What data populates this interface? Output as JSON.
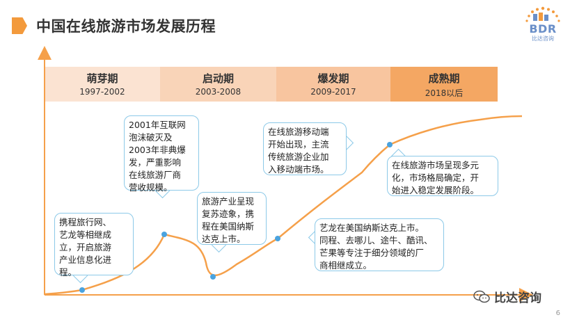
{
  "slide": {
    "title": "中国在线旅游市场发展历程",
    "page_number": "6"
  },
  "logo": {
    "text": "BDR",
    "sub": "比达咨询"
  },
  "watermark": {
    "label": "比达咨询"
  },
  "stages": [
    {
      "name": "萌芽期",
      "years": "1997-2002",
      "color": "#fbe3d2"
    },
    {
      "name": "启动期",
      "years": "2003-2008",
      "color": "#f9d4b8"
    },
    {
      "name": "爆发期",
      "years": "2009-2017",
      "color": "#f8c59f"
    },
    {
      "name": "成熟期",
      "years": "2018以后",
      "color": "#f4a763"
    }
  ],
  "annotations": [
    {
      "id": "a1",
      "lines": [
        "携程旅行网、",
        "艺龙等相继成",
        "立，开启旅游",
        "产业信息化进",
        "程。"
      ]
    },
    {
      "id": "a2",
      "lines": [
        "2001年互联网",
        "泡沫破灭及",
        "2003年非典爆",
        "发，严重影响",
        "在线旅游厂商",
        "营收规模。"
      ]
    },
    {
      "id": "a3",
      "lines": [
        "旅游产业呈现",
        "复苏迹象，携",
        "程在美国纳斯",
        "达克上市。"
      ]
    },
    {
      "id": "a4",
      "lines": [
        "艺龙在美国纳斯达克上市。",
        "同程、去哪儿、途牛、酷讯、",
        "芒果等专注于细分领域的厂",
        "商相继成立。"
      ]
    },
    {
      "id": "a5",
      "lines": [
        "在线旅游移动端",
        "开始出现，主流",
        "传统旅游企业加",
        "入移动端市场。"
      ]
    },
    {
      "id": "a6",
      "lines": [
        "在线旅游市场呈现多元",
        "化，市场格局确定，开",
        "始进入稳定发展阶段。"
      ]
    }
  ],
  "colors": {
    "curve": "#f5a04a",
    "axis": "#f5a04a",
    "marker": "#4aa3df",
    "bubble_border": "#8cc9e8"
  }
}
